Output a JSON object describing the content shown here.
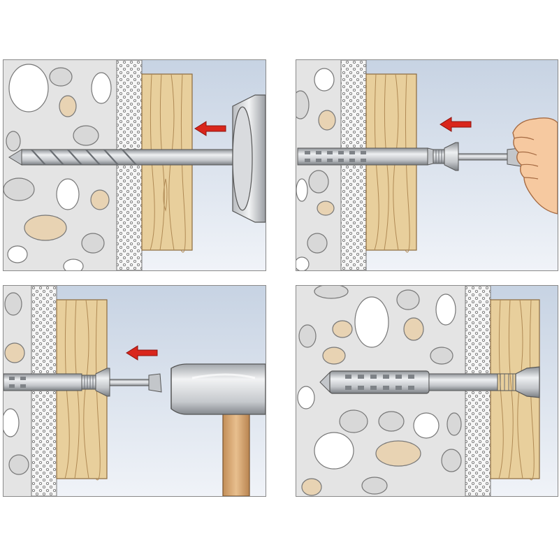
{
  "diagram": {
    "type": "installation-steps",
    "steps": [
      {
        "step": 1,
        "action": "drill",
        "tool": "drill-bit",
        "arrow_direction": "left"
      },
      {
        "step": 2,
        "action": "insert",
        "tool": "hand",
        "arrow_direction": "left"
      },
      {
        "step": 3,
        "action": "hammer",
        "tool": "hammer",
        "arrow_direction": "left"
      },
      {
        "step": 4,
        "action": "installed",
        "tool": "none"
      }
    ],
    "colors": {
      "masonry": "#e6e6e6",
      "stone_white": "#ffffff",
      "stone_grey": "#d7d7d7",
      "stone_beige": "#e8d3b3",
      "plaster": "#f4f4f4",
      "wood": "#e8cf9c",
      "wood_grain": "#b08a55",
      "sky_top": "#cfd9e6",
      "sky_bottom": "#eef2f7",
      "steel": "#c9ccd0",
      "steel_dark": "#7e8287",
      "arrow": "#d9261c",
      "hammer_handle": "#d9ab78",
      "skin": "#f6c9a0"
    }
  }
}
